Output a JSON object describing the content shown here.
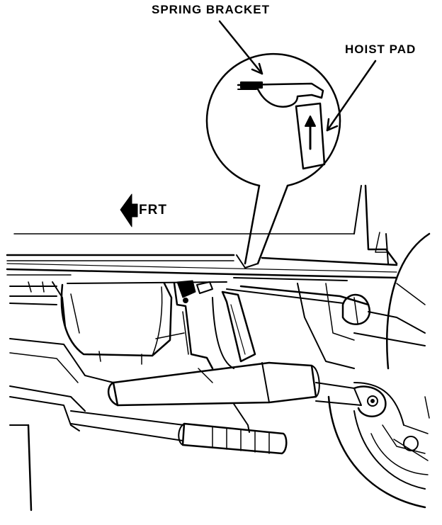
{
  "labels": {
    "spring_bracket": "SPRING BRACKET",
    "hoist_pad": "HOIST PAD",
    "front": "FRT"
  },
  "colors": {
    "ink": "#000000",
    "paper": "#ffffff"
  },
  "icons": {
    "front_arrow": "arrow-left-icon",
    "lift_arrow": "arrow-up-icon"
  }
}
